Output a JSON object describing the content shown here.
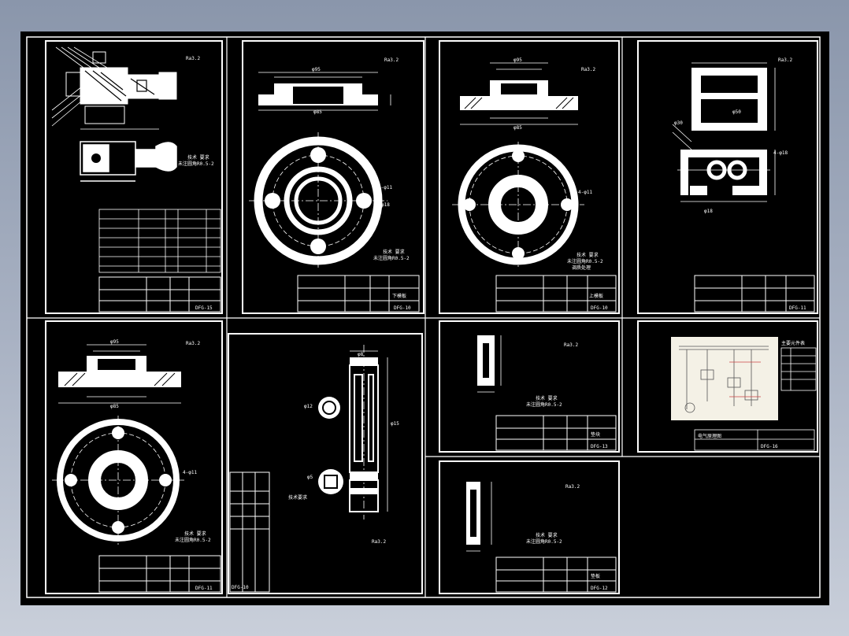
{
  "viewer": {
    "name": "cad-drawing-preview",
    "background_color": "#000000",
    "line_color": "#ffffff"
  },
  "sheets": [
    {
      "id": "assembly",
      "drawing_number": "DFG-15",
      "material": "",
      "note": "技术 要求",
      "note2": "未注圆角R0.5-2",
      "parts_rows": 7
    },
    {
      "id": "flange-large",
      "drawing_number": "DFG-10",
      "part_name": "下模板",
      "dims_top": [
        "φ95",
        "φ85"
      ],
      "dims_right": [
        "4-φ11",
        "φ18"
      ],
      "note": "技术 要求",
      "note2": "未注圆角R0.5-2"
    },
    {
      "id": "flange-medium",
      "drawing_number": "DFG-10",
      "part_name": "上模板",
      "dims_top": [
        "φ95",
        "φ85"
      ],
      "dims_right": [
        "4-φ11"
      ],
      "note": "技术 要求",
      "note2": "未注圆角R0.5-2",
      "note3": "调质处理"
    },
    {
      "id": "base-block",
      "drawing_number": "DFG-11",
      "dims": [
        "φ30",
        "φ50",
        "4-φ18",
        "φ18"
      ]
    },
    {
      "id": "flange-small",
      "drawing_number": "DFG-11",
      "dims_top": [
        "φ95",
        "φ85"
      ],
      "dims_right": [
        "4-φ11"
      ],
      "note": "技术 要求",
      "note2": "未注圆角R0.5-2"
    },
    {
      "id": "shaft",
      "drawing_number": "DFG-10",
      "dims": [
        "φ8",
        "φ15",
        "φ12",
        "φ5"
      ],
      "note": "技术要求"
    },
    {
      "id": "plate-a",
      "drawing_number": "DFG-13",
      "part_name": "垫块",
      "note": "技术 要求",
      "note2": "未注圆角R0.5-2"
    },
    {
      "id": "electrical",
      "drawing_number": "DFG-16",
      "title": "电气原理图",
      "legend_title": "主要元件表"
    },
    {
      "id": "plate-b",
      "drawing_number": "DFG-12",
      "part_name": "垫板",
      "note": "技术 要求",
      "note2": "未注圆角R0.5-2"
    }
  ]
}
